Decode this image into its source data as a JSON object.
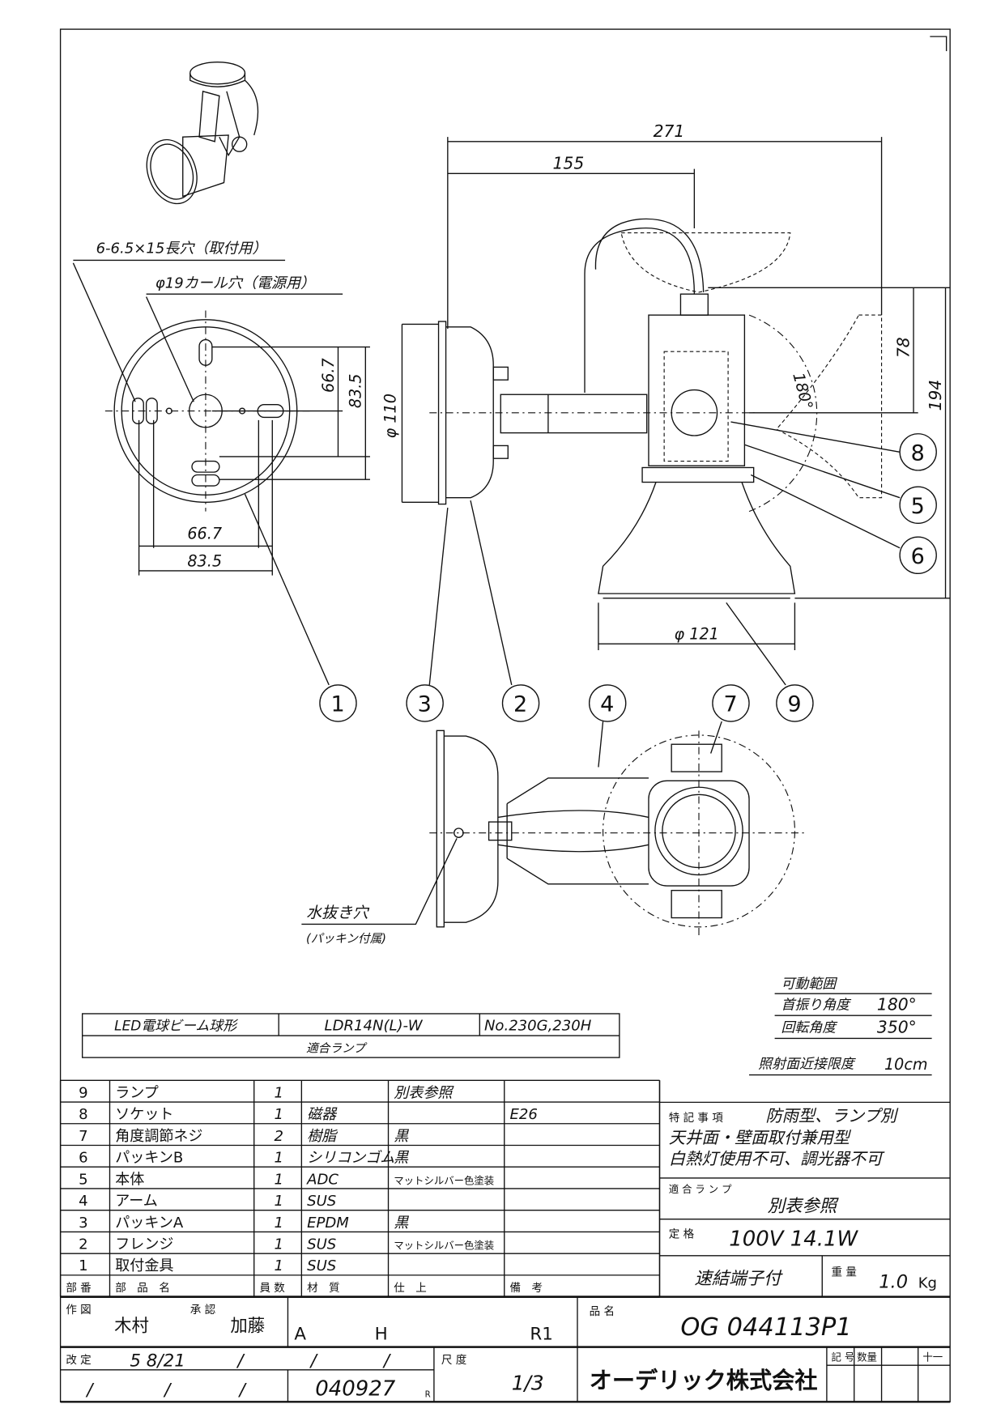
{
  "labels": {
    "slot_note": "6-6.5×15長穴（取付用）",
    "hole_note": "φ19カール穴（電源用）",
    "dim_66_7": "66.7",
    "dim_83_5": "83.5",
    "dim_110": "φ 110",
    "dim_271": "271",
    "dim_155": "155",
    "dim_78": "78",
    "dim_194": "194",
    "dim_121": "φ 121",
    "angle_180": "180°",
    "drain_hole": "水抜き穴",
    "drain_note": "(パッキン付属)"
  },
  "balloons": [
    "1",
    "2",
    "3",
    "4",
    "5",
    "6",
    "7",
    "8",
    "9"
  ],
  "lamp_table": {
    "type": "LED電球ビーム球形",
    "model": "LDR14N(L)-W",
    "number": "No.230G,230H",
    "caption": "適合ランプ"
  },
  "movement": {
    "title": "可動範囲",
    "tilt_label": "首振り角度",
    "tilt_value": "180°",
    "rotate_label": "回転角度",
    "rotate_value": "350°",
    "proximity_label": "照射面近接限度",
    "proximity_value": "10cm"
  },
  "parts": {
    "headers": [
      "部 番",
      "部　品　名",
      "員 数",
      "材　質",
      "仕　上",
      "備　考"
    ],
    "rows": [
      {
        "no": "9",
        "name": "ランプ",
        "qty": "1",
        "material": "",
        "finish": "別表参照",
        "note": ""
      },
      {
        "no": "8",
        "name": "ソケット",
        "qty": "1",
        "material": "磁器",
        "finish": "",
        "note": "E26"
      },
      {
        "no": "7",
        "name": "角度調節ネジ",
        "qty": "2",
        "material": "樹脂",
        "finish": "黒",
        "note": ""
      },
      {
        "no": "6",
        "name": "パッキンB",
        "qty": "1",
        "material": "シリコンゴム",
        "finish": "黒",
        "note": ""
      },
      {
        "no": "5",
        "name": "本体",
        "qty": "1",
        "material": "ADC",
        "finish": "マットシルバー色塗装",
        "note": ""
      },
      {
        "no": "4",
        "name": "アーム",
        "qty": "1",
        "material": "SUS",
        "finish": "",
        "note": ""
      },
      {
        "no": "3",
        "name": "パッキンA",
        "qty": "1",
        "material": "EPDM",
        "finish": "黒",
        "note": ""
      },
      {
        "no": "2",
        "name": "フレンジ",
        "qty": "1",
        "material": "SUS",
        "finish": "マットシルバー色塗装",
        "note": ""
      },
      {
        "no": "1",
        "name": "取付金具",
        "qty": "1",
        "material": "SUS",
        "finish": "",
        "note": ""
      }
    ]
  },
  "specs": {
    "notes_label": "特 記 事 項",
    "notes_line1": "防雨型、ランプ別",
    "notes_line2": "天井面・壁面取付兼用型",
    "notes_line3": "白熱灯使用不可、調光器不可",
    "lamp_label": "適 合 ラ ン プ",
    "lamp_value": "別表参照",
    "rating_label": "定 格",
    "rating_value": "100V  14.1W",
    "terminal": "速結端子付",
    "weight_label": "重 量",
    "weight_value": "1.0",
    "weight_unit": "Kg"
  },
  "title_block": {
    "drawn_label": "作 図",
    "drawn_by": "木村",
    "approved_label": "承 認",
    "approved_by": "加藤",
    "code_a": "A",
    "code_h": "H",
    "revision": "R1",
    "product_label": "品 名",
    "product_name": "OG  044113P1",
    "revised_label": "改 定",
    "revised_date": "5 8/21",
    "slash": "/",
    "doc_number": "040927",
    "doc_suffix": "R",
    "scale_label": "尺 度",
    "scale_value": "1/3",
    "company": "オーデリック株式会社",
    "symbol_label": "記 号",
    "qty_label": "数量",
    "plusminus_label": "十一"
  }
}
